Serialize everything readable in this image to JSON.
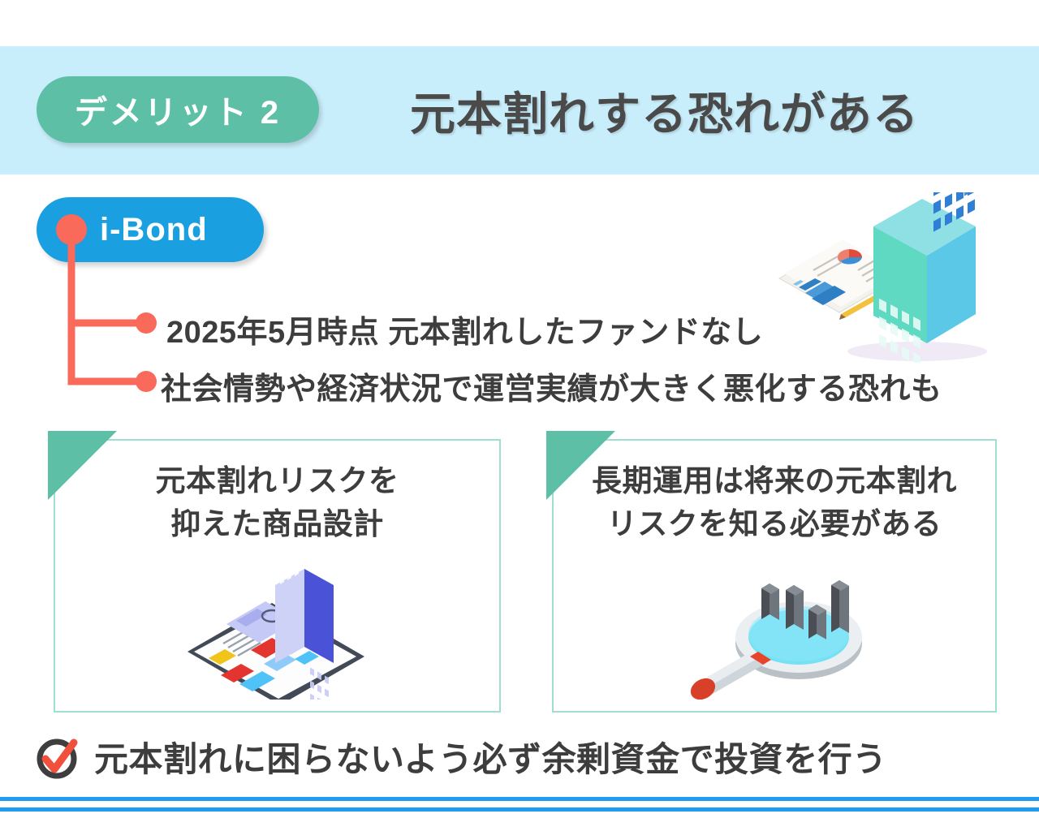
{
  "header": {
    "badge_label": "デメリット 2",
    "title": "元本割れする恐れがある",
    "band_color": "#c9eefb",
    "badge_color": "#5cbfa6"
  },
  "brand": {
    "label": "i-Bond",
    "badge_color": "#1a9fe0",
    "connector_color": "#f96a5a"
  },
  "bullets": [
    {
      "text": "2025年5月時点 元本割れしたファンドなし"
    },
    {
      "text": "社会情勢や経済状況で運営実績が大きく悪化する恐れも"
    }
  ],
  "cards": [
    {
      "title_line1": "元本割れリスクを",
      "title_line2": "抑えた商品設計",
      "illustration": "tablet-building-isometric-icon"
    },
    {
      "title_line1": "長期運用は将来の元本割れ",
      "title_line2": "リスクを知る必要がある",
      "illustration": "magnifier-bar-chart-isometric-icon"
    }
  ],
  "card_style": {
    "border_color": "#9fded1",
    "corner_color": "#5cbfa6"
  },
  "illustration_top": "building-report-chart-isometric-icon",
  "footer": {
    "icon": "circle-check-icon",
    "text": "元本割れに困らないよう必ず余剰資金で投資を行う",
    "rule_color": "#1f9cf0"
  }
}
